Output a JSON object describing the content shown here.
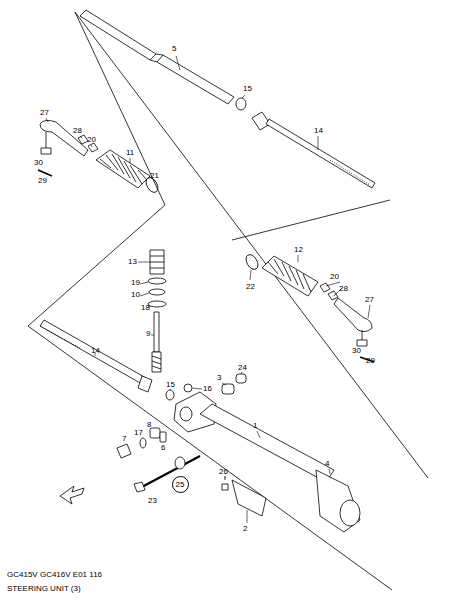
{
  "diagram": {
    "nodes": [
      {
        "text": [
          "25"
        ]
      }
    ],
    "labels": [
      "5",
      "15",
      "14",
      "27",
      "28",
      "20",
      "11",
      "21",
      "30",
      "29",
      "12",
      "13",
      "22",
      "20",
      "28",
      "27",
      "19",
      "10",
      "18",
      "30",
      "29",
      "9",
      "14",
      "3",
      "24",
      "15",
      "16",
      "8",
      "6",
      "1",
      "7",
      "17",
      "4",
      "26",
      "23",
      "2",
      "GC415V GC416V E01 116",
      "STEERING UNIT (3)"
    ]
  }
}
